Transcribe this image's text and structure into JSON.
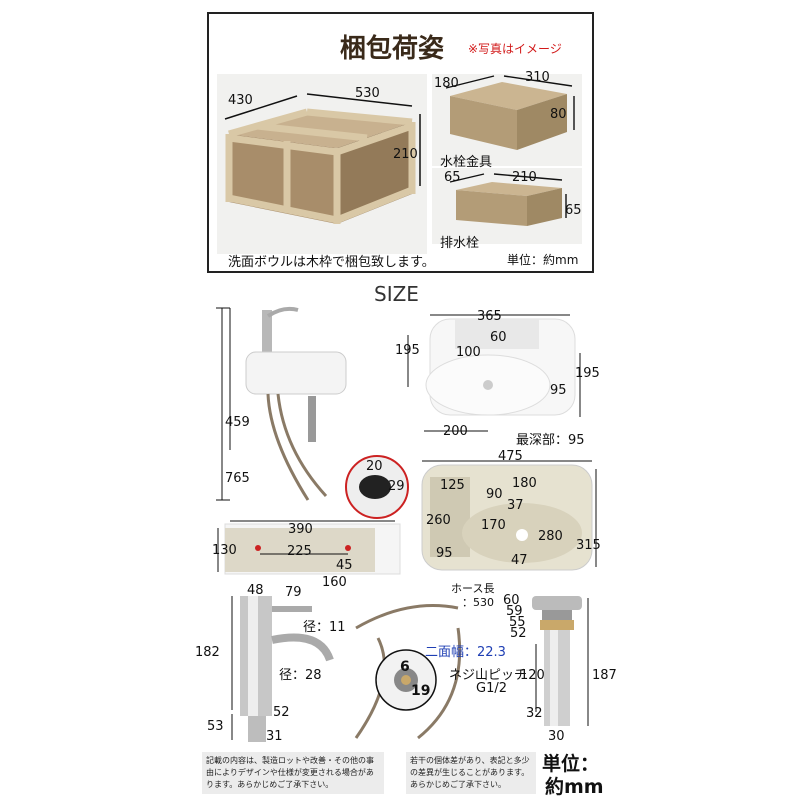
{
  "packaging": {
    "title": "梱包荷姿",
    "note": "※写真はイメージ",
    "crate": {
      "w": "430",
      "l": "530",
      "h": "210"
    },
    "box1": {
      "w": "180",
      "l": "310",
      "h": "80",
      "label": "水栓金具"
    },
    "box2": {
      "w": "65",
      "l": "210",
      "h": "65",
      "label": "排水栓"
    },
    "caption": "洗面ボウルは木枠で梱包致します。",
    "unit": "単位：約mm"
  },
  "size": {
    "heading": "SIZE",
    "side": {
      "total": "765",
      "faucet": "459"
    },
    "top": {
      "w": "365",
      "d": "195",
      "d2": "195",
      "a": "60",
      "b": "100",
      "c": "95",
      "e": "200",
      "deep": "最深部：95"
    },
    "hole": {
      "a": "20",
      "b": "29"
    },
    "under": {
      "w": "475",
      "h": "315",
      "a": "125",
      "b": "180",
      "c": "90",
      "d": "37",
      "e": "260",
      "f": "170",
      "g": "280",
      "h2": "95",
      "i": "47"
    },
    "front": {
      "w": "390",
      "h": "130",
      "a": "225",
      "b": "45",
      "c": "160"
    },
    "faucet": {
      "a": "48",
      "b": "79",
      "dia1": "径：11",
      "dia2": "径：28",
      "h": "182",
      "c": "52",
      "d": "53",
      "e": "31"
    },
    "hose": {
      "label": "ホース長",
      "len": "：530",
      "nut": "二面幅：22.3",
      "n1": "6",
      "n2": "19",
      "thread": "ネジ山ピッチ",
      "thread2": "G1/2"
    },
    "drain": {
      "a": "60",
      "b": "59",
      "c": "55",
      "d": "52",
      "e": "120",
      "f": "187",
      "g": "32",
      "h": "30"
    }
  },
  "footer": {
    "note1": "記載の内容は、製造ロットや改善・その他の事由によりデザインや仕様が変更される場合があります。あらかじめご了承下さい。",
    "note2": "若干の個体差があり、表記と多少の差異が生じることがあります。あらかじめご了承下さい。",
    "unit1": "単位：",
    "unit2": "約mm"
  }
}
